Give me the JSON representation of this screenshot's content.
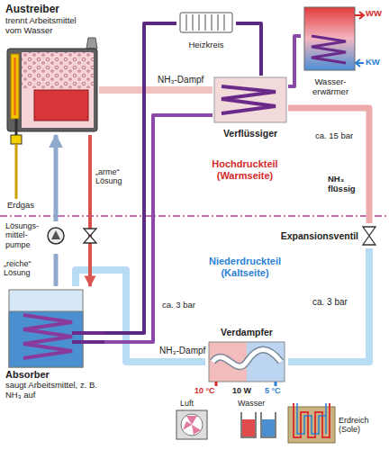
{
  "diagram": {
    "nodes": [
      {
        "text": [
          "Austreiber",
          "trennt Arbeitsmittel vom Wasser"
        ]
      },
      {
        "text": [
          "Heizkreis"
        ]
      },
      {
        "text": [
          "Wasser- erwärmer"
        ]
      },
      {
        "text": [
          "Verflüssiger"
        ]
      },
      {
        "text": [
          "Expansionsventil"
        ]
      },
      {
        "text": [
          "Lösungs- mittel- pumpe"
        ]
      },
      {
        "text": [
          "Absorber",
          "saugt Arbeitsmittel, z. B. NH₃ auf"
        ]
      },
      {
        "text": [
          "Verdampfer"
        ]
      }
    ],
    "edges": [
      {
        "from": 0,
        "to": 3,
        "arrow": "none",
        "label": "NH₃-Dampf"
      },
      {
        "from": 3,
        "to": 4,
        "arrow": "none"
      },
      {
        "from": 4,
        "to": 7,
        "arrow": "none",
        "label": "ca. 3 bar"
      },
      {
        "from": 7,
        "to": 6,
        "arrow": "none",
        "label": "NH₃-Dampf"
      },
      {
        "from": 6,
        "to": 5,
        "arrow": "none"
      },
      {
        "from": 5,
        "to": 0,
        "arrow": "to"
      },
      {
        "from": 0,
        "to": 6,
        "arrow": "to"
      },
      {
        "from": 6,
        "to": 1,
        "arrow": "none"
      },
      {
        "from": 1,
        "to": 3,
        "arrow": "none"
      },
      {
        "from": 3,
        "to": 2,
        "arrow": "none"
      },
      {
        "from": 3,
        "to": 6,
        "arrow": "none"
      }
    ],
    "labels": [
      "Erdgas",
      "„arme“ Lösung",
      "„reiche“ Lösung",
      "WW",
      "KW",
      "ca. 15 bar",
      "NH₃ flüssig",
      "Hochdruckteil (Warmseite)",
      "Niederdruckteil (Kaltseite)",
      "ca. 3 bar",
      "10 °C",
      "10 W",
      "5 °C",
      "Luft",
      "Wasser",
      "Erdreich (Sole)"
    ]
  }
}
